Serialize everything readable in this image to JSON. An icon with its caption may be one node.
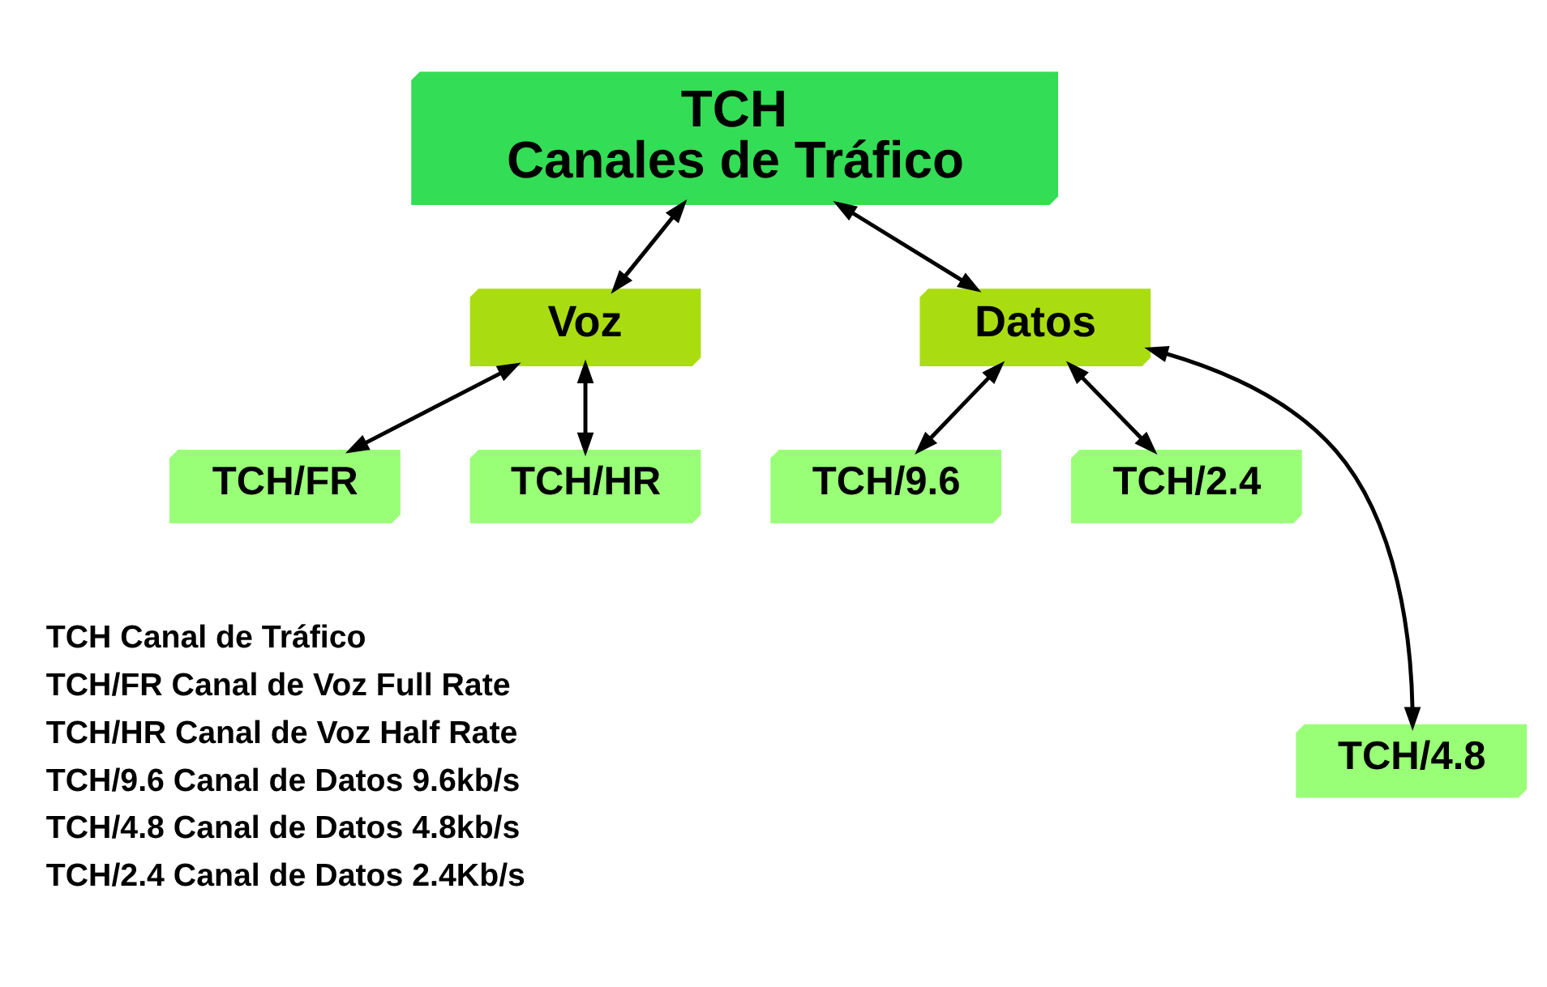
{
  "diagram": {
    "nodes": [
      {
        "text": [
          "TCH",
          "Canales de Tráfico"
        ]
      },
      {
        "text": [
          "Voz"
        ]
      },
      {
        "text": [
          "Datos"
        ]
      },
      {
        "text": [
          "TCH/FR"
        ]
      },
      {
        "text": [
          "TCH/HR"
        ]
      },
      {
        "text": [
          "TCH/9.6"
        ]
      },
      {
        "text": [
          "TCH/2.4"
        ]
      },
      {
        "text": [
          "TCH/4.8"
        ]
      }
    ],
    "edges": [
      {
        "from": 0,
        "to": 1,
        "arrow": "both"
      },
      {
        "from": 0,
        "to": 2,
        "arrow": "both"
      },
      {
        "from": 1,
        "to": 3,
        "arrow": "both"
      },
      {
        "from": 1,
        "to": 4,
        "arrow": "both"
      },
      {
        "from": 2,
        "to": 5,
        "arrow": "both"
      },
      {
        "from": 2,
        "to": 7,
        "arrow": "both"
      },
      {
        "from": 2,
        "to": 6,
        "arrow": "both"
      }
    ],
    "labels": [
      "TCH Canal de Tráfico",
      "TCH/FR Canal de Voz Full Rate",
      "TCH/HR Canal de Voz Half Rate",
      "TCH/9.6 Canal de Datos 9.6kb/s",
      "TCH/4.8 Canal de Datos 4.8kb/s",
      "TCH/2.4 Canal de Datos 2.4Kb/s"
    ]
  }
}
